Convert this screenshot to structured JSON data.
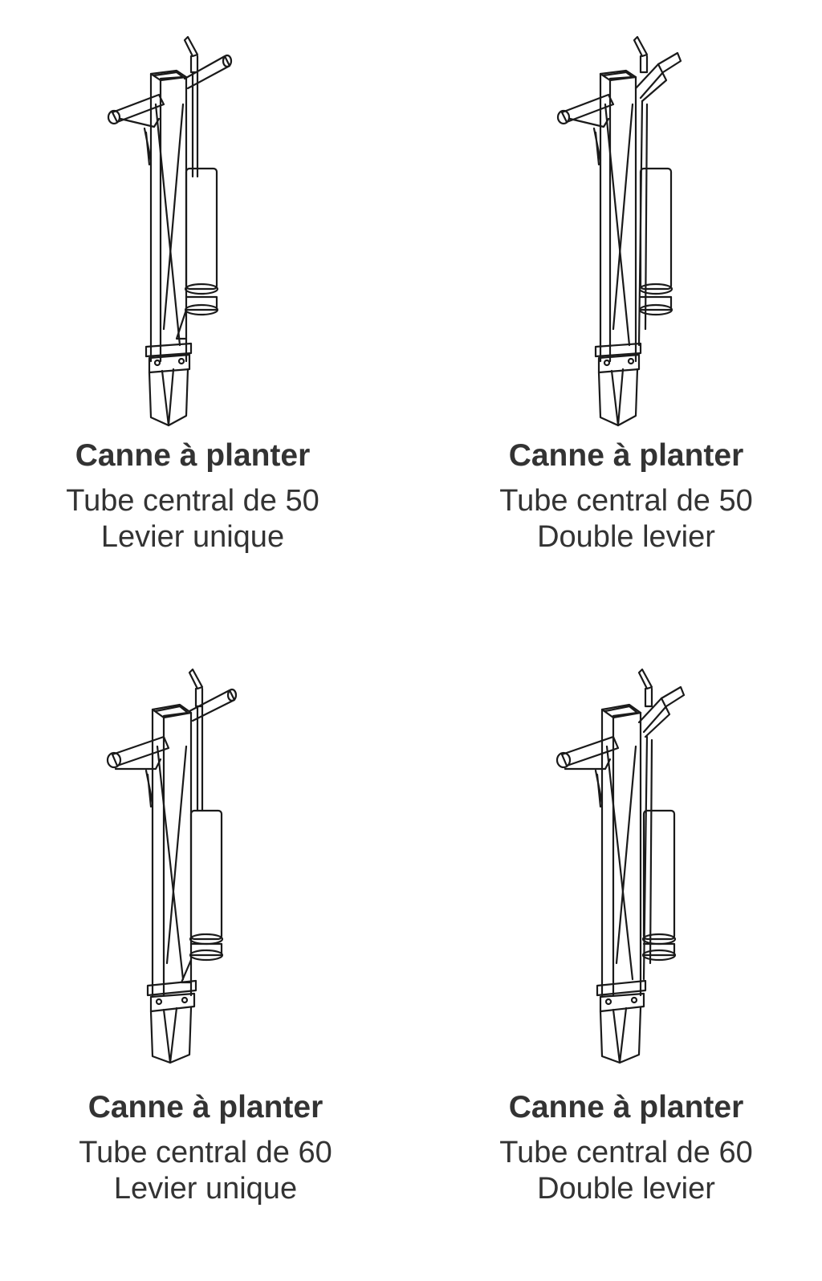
{
  "products": [
    {
      "title": "Canne à planter",
      "line1": "Tube central de 50",
      "line2": "Levier unique",
      "illustration_icon": "planting-cane-single-lever-icon"
    },
    {
      "title": "Canne à planter",
      "line1": "Tube central de 50",
      "line2": "Double levier",
      "illustration_icon": "planting-cane-double-lever-icon"
    },
    {
      "title": "Canne à planter",
      "line1": "Tube central de 60",
      "line2": "Levier unique",
      "illustration_icon": "planting-cane-single-lever-icon"
    },
    {
      "title": "Canne à planter",
      "line1": "Tube central de 60",
      "line2": "Double levier",
      "illustration_icon": "planting-cane-double-lever-icon"
    }
  ],
  "colors": {
    "text": "#333333",
    "drawing": "#1a1a1a",
    "background": "#ffffff"
  }
}
